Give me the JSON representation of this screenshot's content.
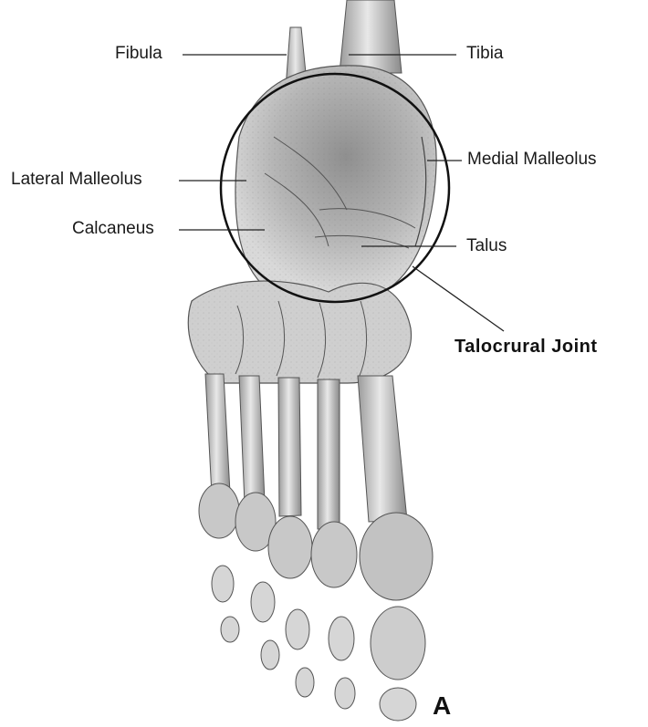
{
  "figure": {
    "title": "Talocrural Joint",
    "panel_letter": "A",
    "labels": {
      "fibula": "Fibula",
      "tibia": "Tibia",
      "lateral_malleolus": "Lateral Malleolus",
      "medial_malleolus": "Medial Malleolus",
      "calcaneus": "Calcaneus",
      "talus": "Talus"
    }
  },
  "colors": {
    "bone_light": "#e9e9e9",
    "bone_mid": "#bdbdbd",
    "bone_dark": "#6e6e6e",
    "ink": "#1a1a1a"
  }
}
